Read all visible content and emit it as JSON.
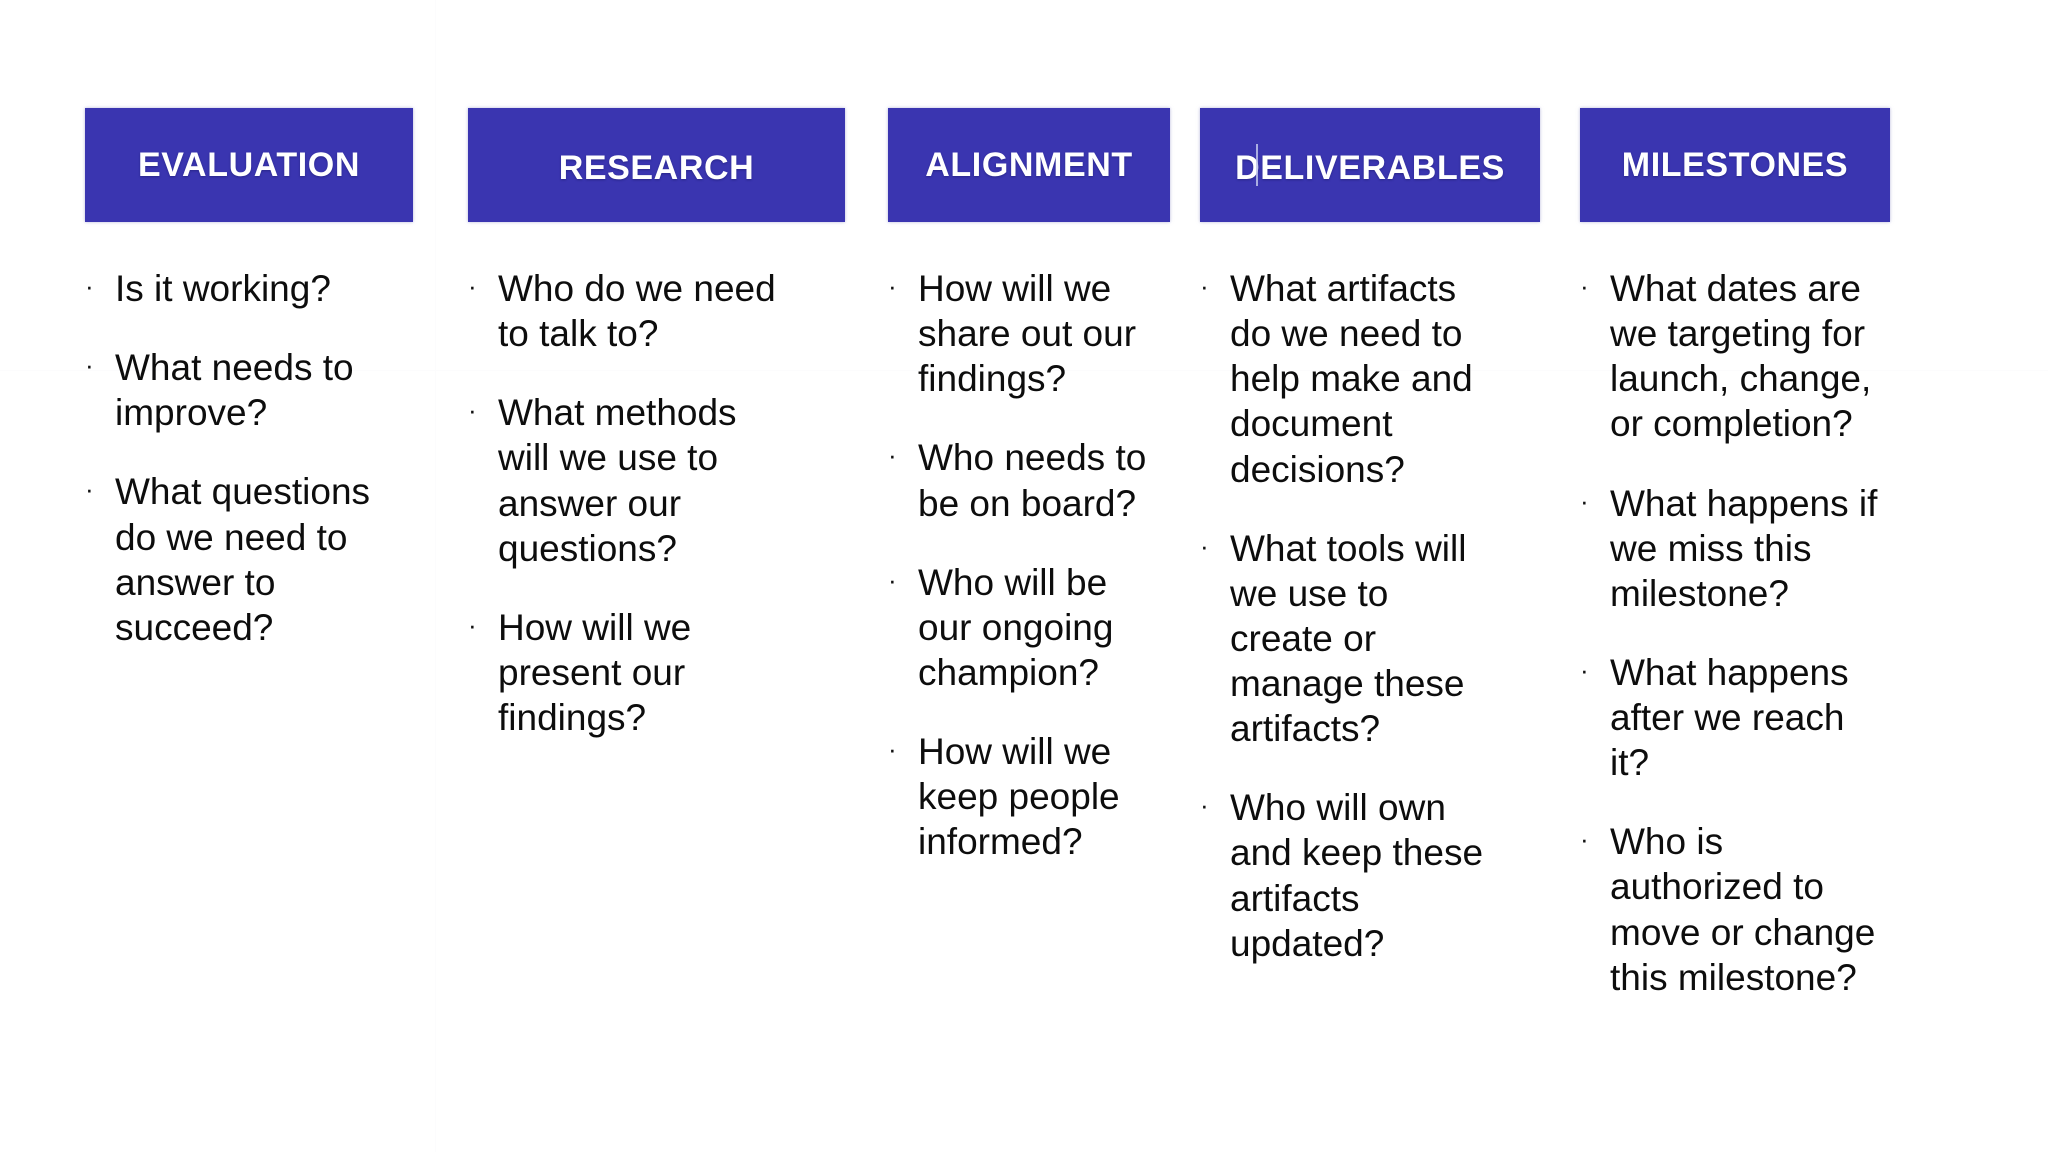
{
  "slide": {
    "background_color": "#ffffff",
    "header_color": "#3a35b0",
    "header_text_color": "#ffffff",
    "body_text_color": "#0d0d0d",
    "bullet_glyph": "·"
  },
  "columns": [
    {
      "id": "evaluation",
      "header": "EVALUATION",
      "items": [
        "Is it working?",
        "What needs to improve?",
        "What questions do we need to answer to succeed?"
      ]
    },
    {
      "id": "research",
      "header": "RESEARCH",
      "items": [
        "Who do we need to talk to?",
        "What methods will we use to answer our questions?",
        "How will we present our findings?"
      ]
    },
    {
      "id": "alignment",
      "header": "ALIGNMENT",
      "items": [
        "How will we share out our findings?",
        "Who needs to be on board?",
        "Who will be our ongoing champion?",
        "How will we keep people informed?"
      ]
    },
    {
      "id": "deliverables",
      "header": "DELIVERABLES",
      "items": [
        "What artifacts do we need to help make and document decisions?",
        "What tools will we use to create or manage these artifacts?",
        "Who will own and keep these artifacts updated?"
      ]
    },
    {
      "id": "milestones",
      "header": "MILESTONES",
      "items": [
        "What dates are we targeting for launch, change, or completion?",
        "What happens if we miss this milestone?",
        "What happens after we reach it?",
        "Who is authorized to move or change this milestone?"
      ]
    }
  ]
}
